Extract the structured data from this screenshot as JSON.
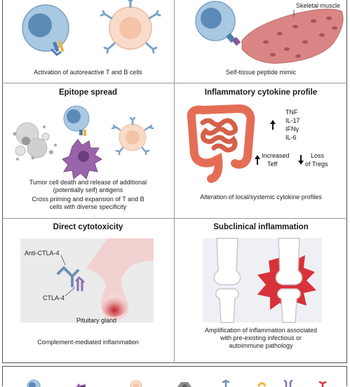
{
  "panels": {
    "activation": {
      "caption": "Activation of autoreactive T and B cells"
    },
    "mimic": {
      "caption": "Self-tissue peptide mimic",
      "muscle_label": "Skeletal muscle"
    },
    "epitope": {
      "title": "Epitope spread",
      "caption_1": "Tumor cell death and release of additional",
      "caption_2": "(potentially self) antigens",
      "caption_3": "Cross priming and expansion of T and B",
      "caption_4": "cells with diverse specificity"
    },
    "cytokine": {
      "title": "Inflammatory cytokine profile",
      "cytokines": [
        "TNF",
        "IL-17",
        "IFNγ",
        "IL-6"
      ],
      "increased_1": "Increased",
      "increased_2": "Teff",
      "loss_1": "Loss",
      "loss_2": "of Tregs",
      "caption": "Alteration of local/systemic cytokine profiles"
    },
    "cytotoxicity": {
      "title": "Direct cytotoxicity",
      "anti_ctla4": "Anti-CTLA-4",
      "ctla4": "CTLA-4",
      "pituitary": "Pituitary gland",
      "caption": "Complement-mediated inflammation"
    },
    "subclinical": {
      "title": "Subclinical inflammation",
      "caption_1": "Amplification of inflammation associated",
      "caption_2": "with pre-existing infectious or",
      "caption_3": "autoimmune pathology"
    }
  },
  "colors": {
    "t_cell": "#8fb6d6",
    "t_cell_nucleus": "#4f7fae",
    "apc": "#f6d8c4",
    "apc_nucleus": "#f1b79a",
    "muscle": "#d98585",
    "dendritic": "#9a64a8",
    "gut": "#e46e55",
    "inflammation": "#d9313a",
    "antibody": "#6f8fb3"
  }
}
